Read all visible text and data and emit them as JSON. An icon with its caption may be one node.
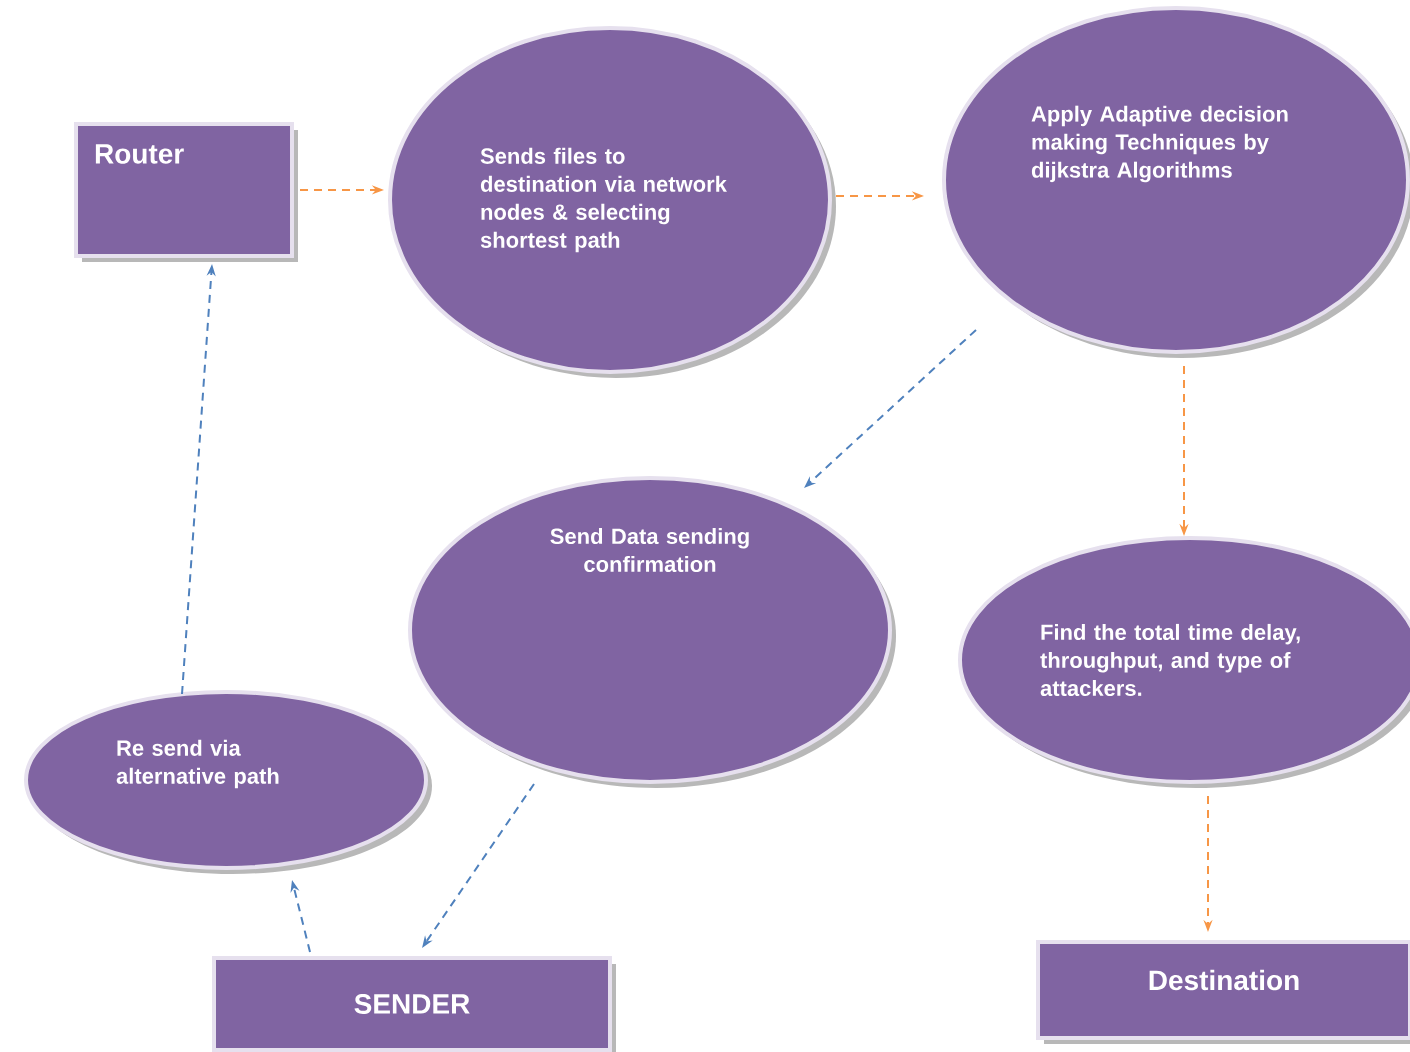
{
  "diagram": {
    "nodes": [
      {
        "text": [
          "Router"
        ]
      },
      {
        "text": [
          "Sends files to destination via network nodes & selecting shortest path"
        ]
      },
      {
        "text": [
          "Apply Adaptive decision making Techniques by dijkstra Algorithms"
        ]
      },
      {
        "text": [
          "Send Data sending confirmation"
        ]
      },
      {
        "text": [
          "Find the total time delay, throughput, and type of attackers."
        ]
      },
      {
        "text": [
          "Re send via alternative path"
        ]
      },
      {
        "text": [
          "SENDER"
        ]
      },
      {
        "text": [
          "Destination"
        ]
      }
    ],
    "edges": [
      {
        "from": 0,
        "to": 1,
        "arrow": "to",
        "style": "dashed",
        "color": "#f79646"
      },
      {
        "from": 1,
        "to": 2,
        "arrow": "to",
        "style": "dashed",
        "color": "#f79646"
      },
      {
        "from": 2,
        "to": 3,
        "arrow": "to",
        "style": "dashed",
        "color": "#4f81bd"
      },
      {
        "from": 2,
        "to": 4,
        "arrow": "to",
        "style": "dashed",
        "color": "#f79646"
      },
      {
        "from": 4,
        "to": 7,
        "arrow": "to",
        "style": "dashed",
        "color": "#f79646"
      },
      {
        "from": 3,
        "to": 6,
        "arrow": "to",
        "style": "dashed",
        "color": "#4f81bd"
      },
      {
        "from": 6,
        "to": 5,
        "arrow": "to",
        "style": "dashed",
        "color": "#4f81bd"
      },
      {
        "from": 5,
        "to": 0,
        "arrow": "to",
        "style": "dashed",
        "color": "#4f81bd"
      }
    ]
  }
}
